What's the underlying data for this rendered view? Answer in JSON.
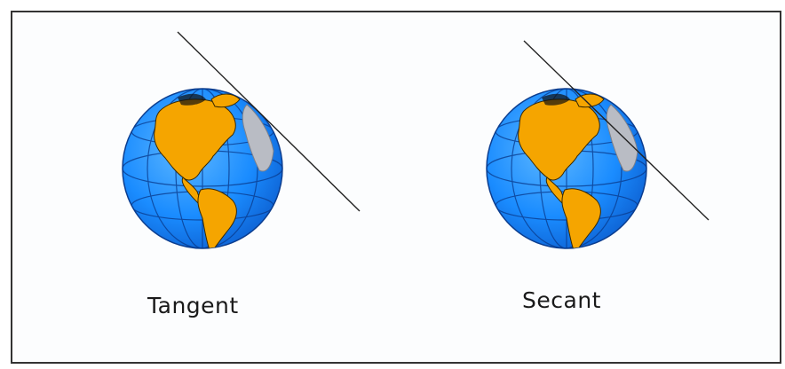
{
  "figures": [
    {
      "id": "tangent",
      "caption": "Tangent"
    },
    {
      "id": "secant",
      "caption": "Secant"
    }
  ],
  "colors": {
    "ocean": "#1a8cff",
    "land": "#f5a500",
    "grid": "#0b3d8f",
    "line": "#222222",
    "frame": "#333333"
  }
}
